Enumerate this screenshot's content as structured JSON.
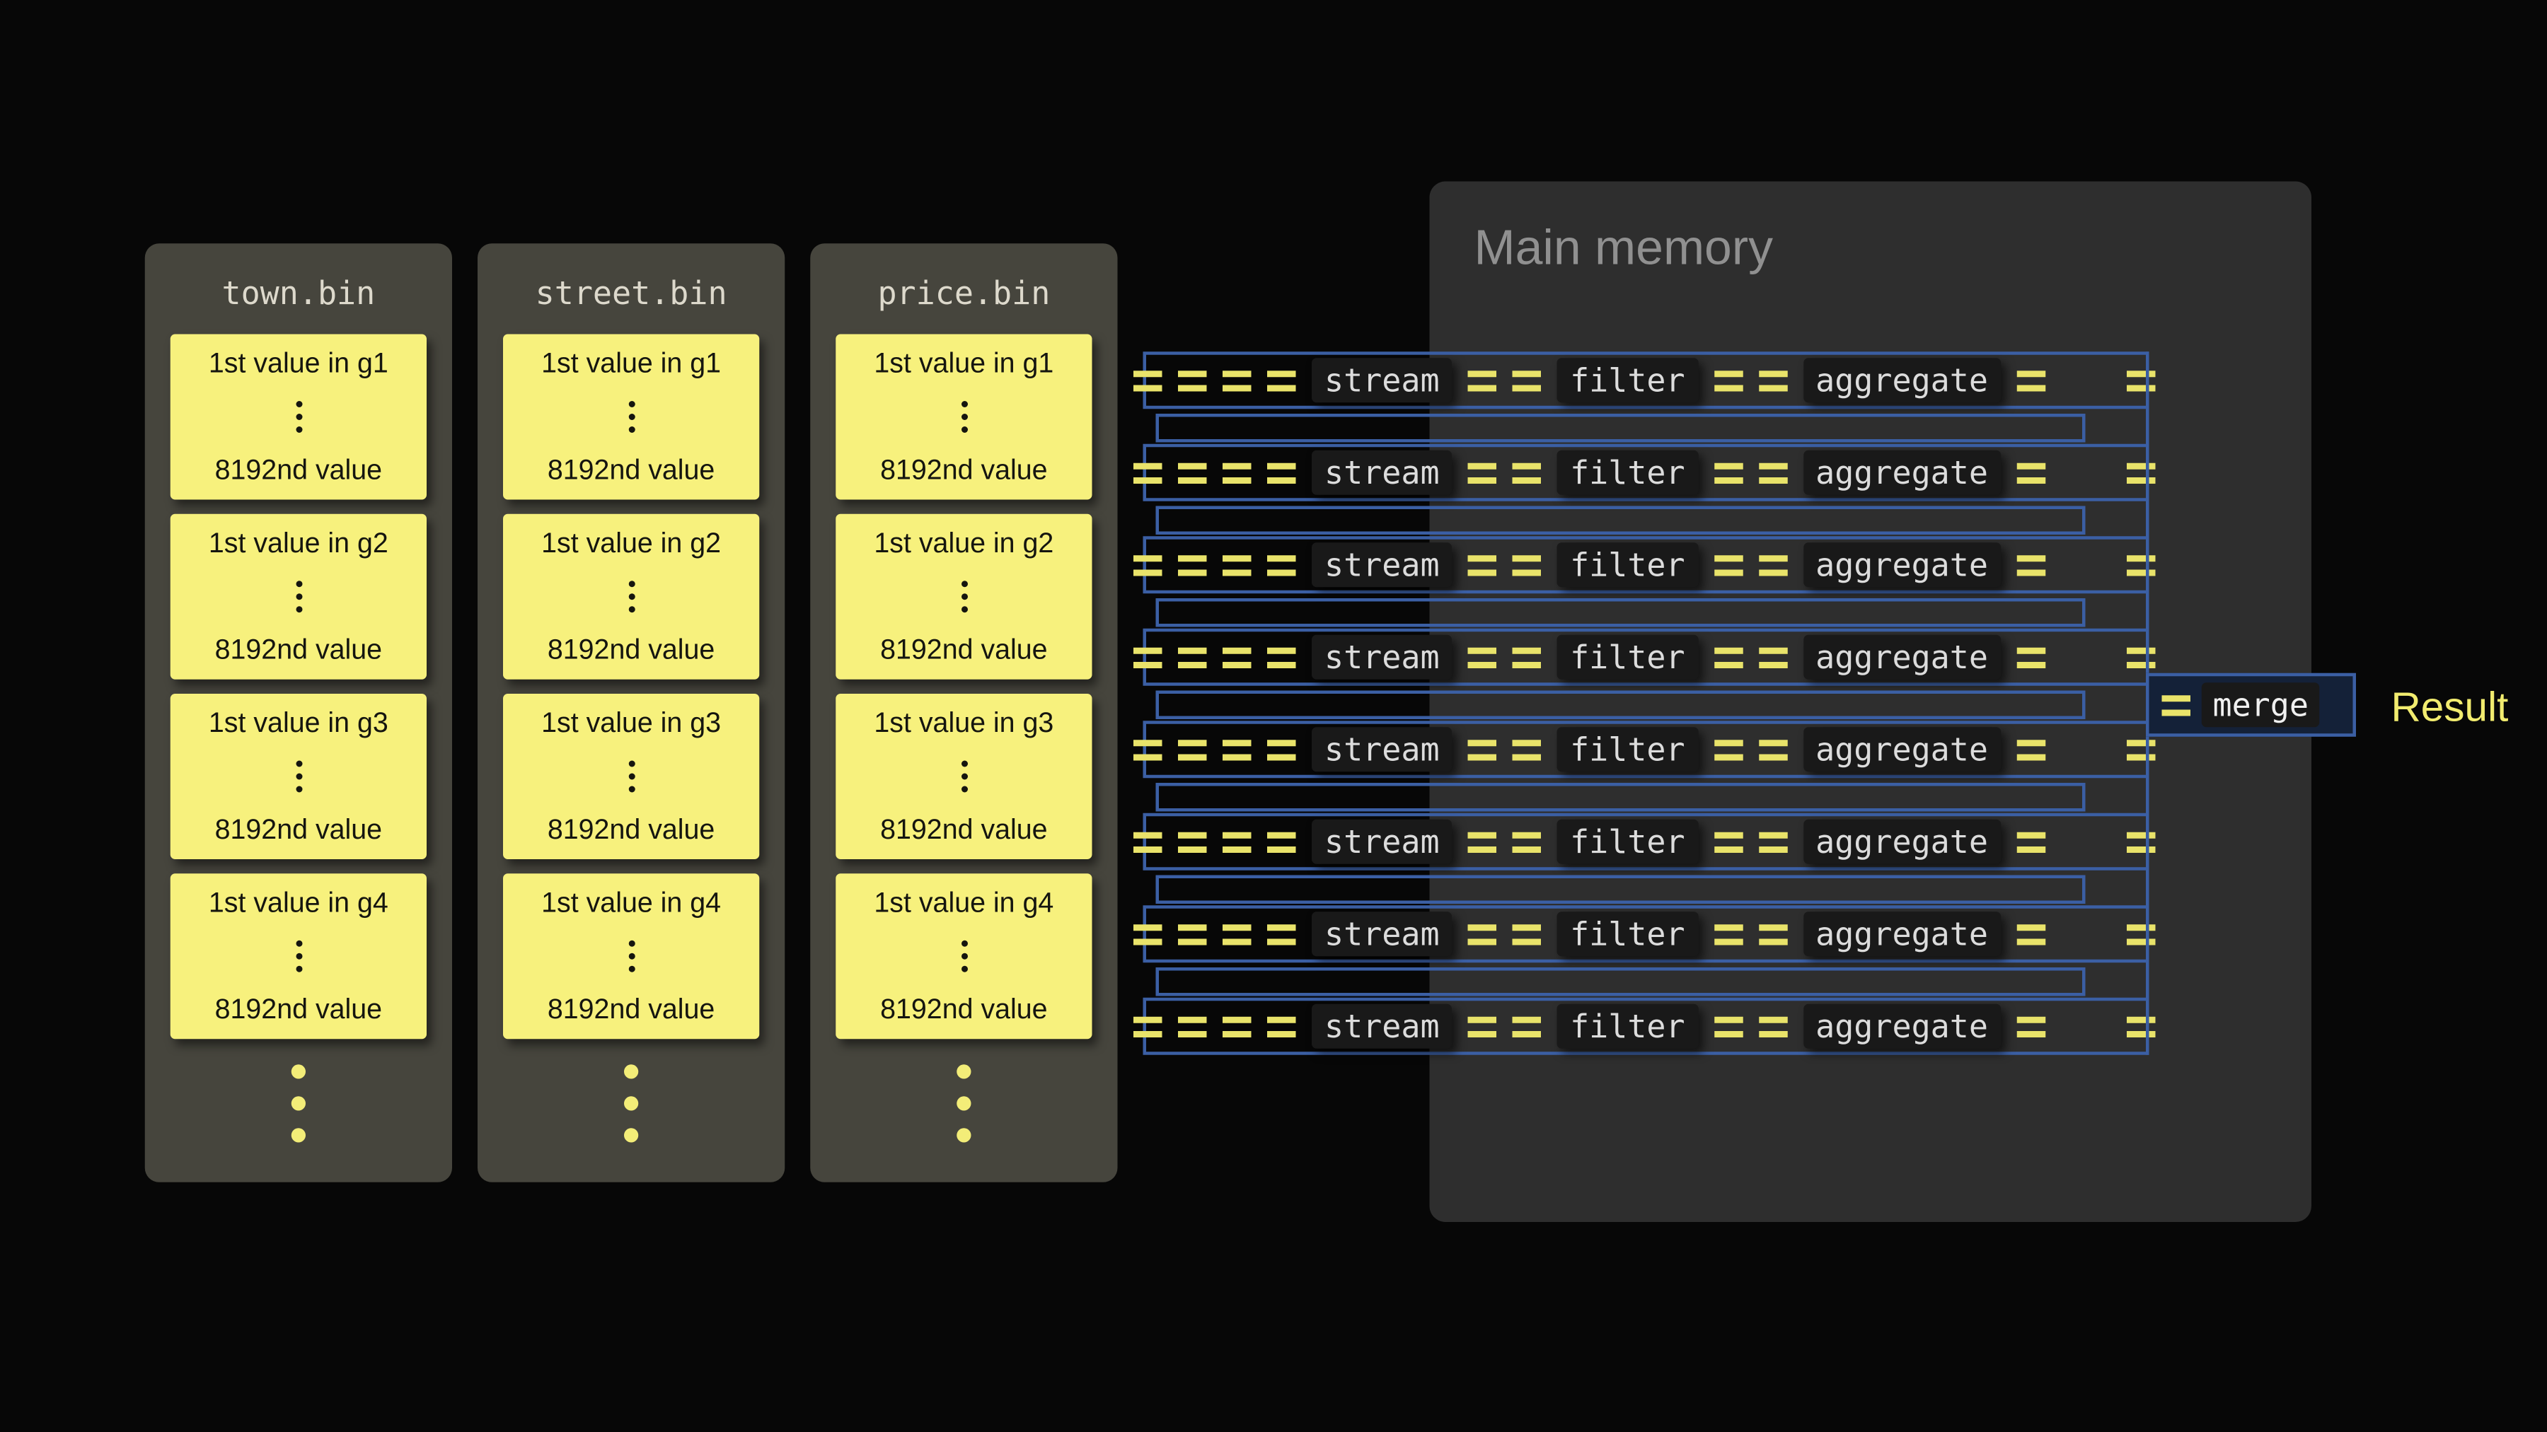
{
  "files": [
    {
      "name": "town.bin",
      "groups": [
        {
          "first": "1st value in g1",
          "last": "8192nd value"
        },
        {
          "first": "1st value in g2",
          "last": "8192nd value"
        },
        {
          "first": "1st value in g3",
          "last": "8192nd value"
        },
        {
          "first": "1st value in g4",
          "last": "8192nd value"
        }
      ]
    },
    {
      "name": "street.bin",
      "groups": [
        {
          "first": "1st value in g1",
          "last": "8192nd value"
        },
        {
          "first": "1st value in g2",
          "last": "8192nd value"
        },
        {
          "first": "1st value in g3",
          "last": "8192nd value"
        },
        {
          "first": "1st value in g4",
          "last": "8192nd value"
        }
      ]
    },
    {
      "name": "price.bin",
      "groups": [
        {
          "first": "1st value in g1",
          "last": "8192nd value"
        },
        {
          "first": "1st value in g2",
          "last": "8192nd value"
        },
        {
          "first": "1st value in g3",
          "last": "8192nd value"
        },
        {
          "first": "1st value in g4",
          "last": "8192nd value"
        }
      ]
    }
  ],
  "main_memory": {
    "title": "Main memory",
    "pipeline_count": 8,
    "stages": [
      "stream",
      "filter",
      "aggregate"
    ]
  },
  "merge": {
    "label": "merge"
  },
  "result_label": "Result",
  "colors": {
    "accent_blue": "#3b5fa4",
    "dash_yellow": "#e9e36a",
    "card_yellow": "#f7f17d",
    "panel_gray": "#2e2e2e",
    "file_panel_gray": "#46453d"
  }
}
